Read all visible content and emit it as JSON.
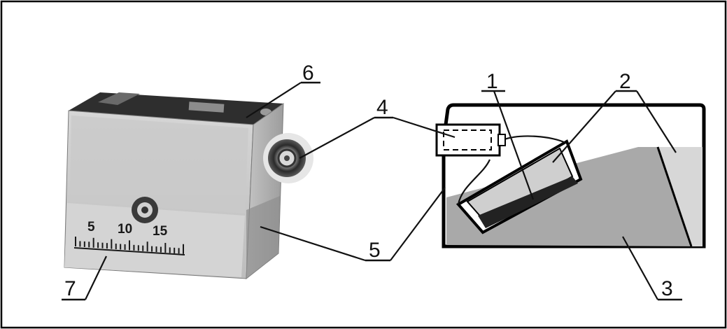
{
  "labels": {
    "l1": "1",
    "l2": "2",
    "l3": "3",
    "l4": "4",
    "l5": "5",
    "l6": "6",
    "l7": "7"
  },
  "scale_numbers": [
    "5",
    "10",
    "15"
  ],
  "colors": {
    "ink": "#111111",
    "probe_body": "#d9d9d9",
    "probe_top": "#2b2b2b",
    "wedge": "#a9a9a9",
    "element": "#cfcfcf",
    "background": "#ffffff"
  }
}
